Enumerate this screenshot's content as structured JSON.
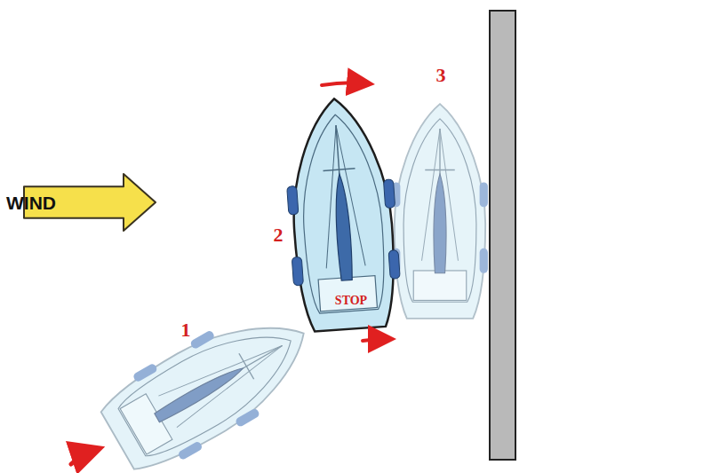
{
  "diagram": {
    "nodes": [
      {
        "text": [
          "WIND"
        ]
      }
    ],
    "labels": [
      "1",
      "2",
      "3",
      "STOP"
    ]
  }
}
